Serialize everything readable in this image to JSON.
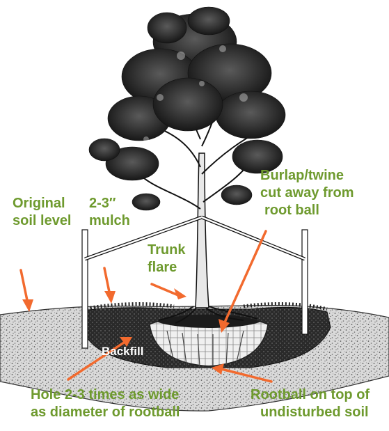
{
  "colors": {
    "label": "#6e9a2e",
    "arrow": "#f26a2e",
    "ink": "#1a1a1a",
    "soil": "#9a9a9a",
    "backfill_text": "#ffffff"
  },
  "labels": {
    "original_soil": [
      "Original",
      "soil level"
    ],
    "mulch": [
      "2-3″",
      "mulch"
    ],
    "trunk_flare": [
      "Trunk",
      "flare"
    ],
    "burlap": [
      "Burlap/twine",
      "cut away from",
      "root ball"
    ],
    "backfill": "Backfill",
    "hole": [
      "Hole 2-3 times as wide",
      "as diameter of rootball"
    ],
    "rootball": [
      "Rootball on top of",
      "undisturbed soil"
    ]
  }
}
